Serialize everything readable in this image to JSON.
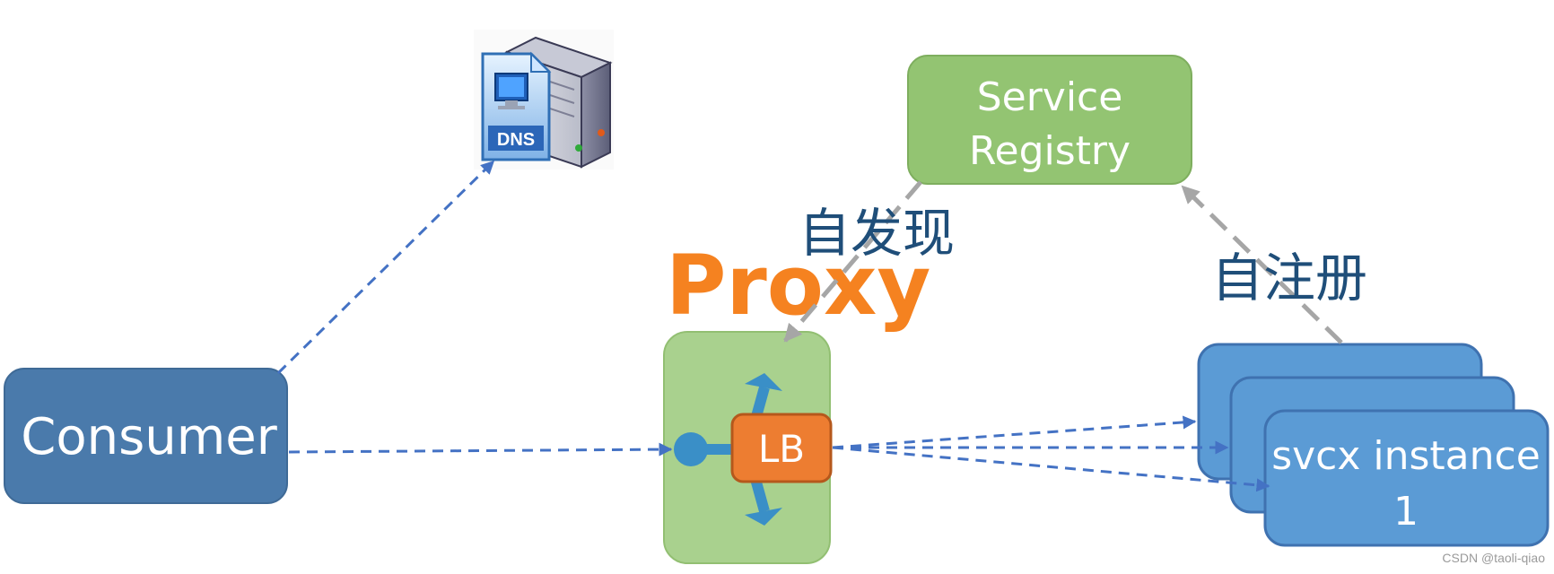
{
  "nodes": {
    "consumer": {
      "label": "Consumer"
    },
    "dns": {
      "label": "DNS"
    },
    "registry": {
      "line1": "Service",
      "line2": "Registry"
    },
    "proxy": {
      "title": "Proxy"
    },
    "lb": {
      "label": "LB"
    },
    "instance": {
      "line1": "svcx instance",
      "line2": "1"
    }
  },
  "edges": {
    "discover": {
      "label": "自发现"
    },
    "register": {
      "label": "自注册"
    }
  },
  "watermark": "CSDN @taoli-qiao",
  "colors": {
    "consumer": "#4a7aab",
    "registry": "#93c472",
    "proxy_box": "#a9d18e",
    "lb": "#ed7d31",
    "proxy_title": "#f58220",
    "instance": "#5b9bd5",
    "blue_arrow": "#4472c4",
    "gray_arrow": "#a6a6a6",
    "cn_label": "#1f4e79"
  }
}
